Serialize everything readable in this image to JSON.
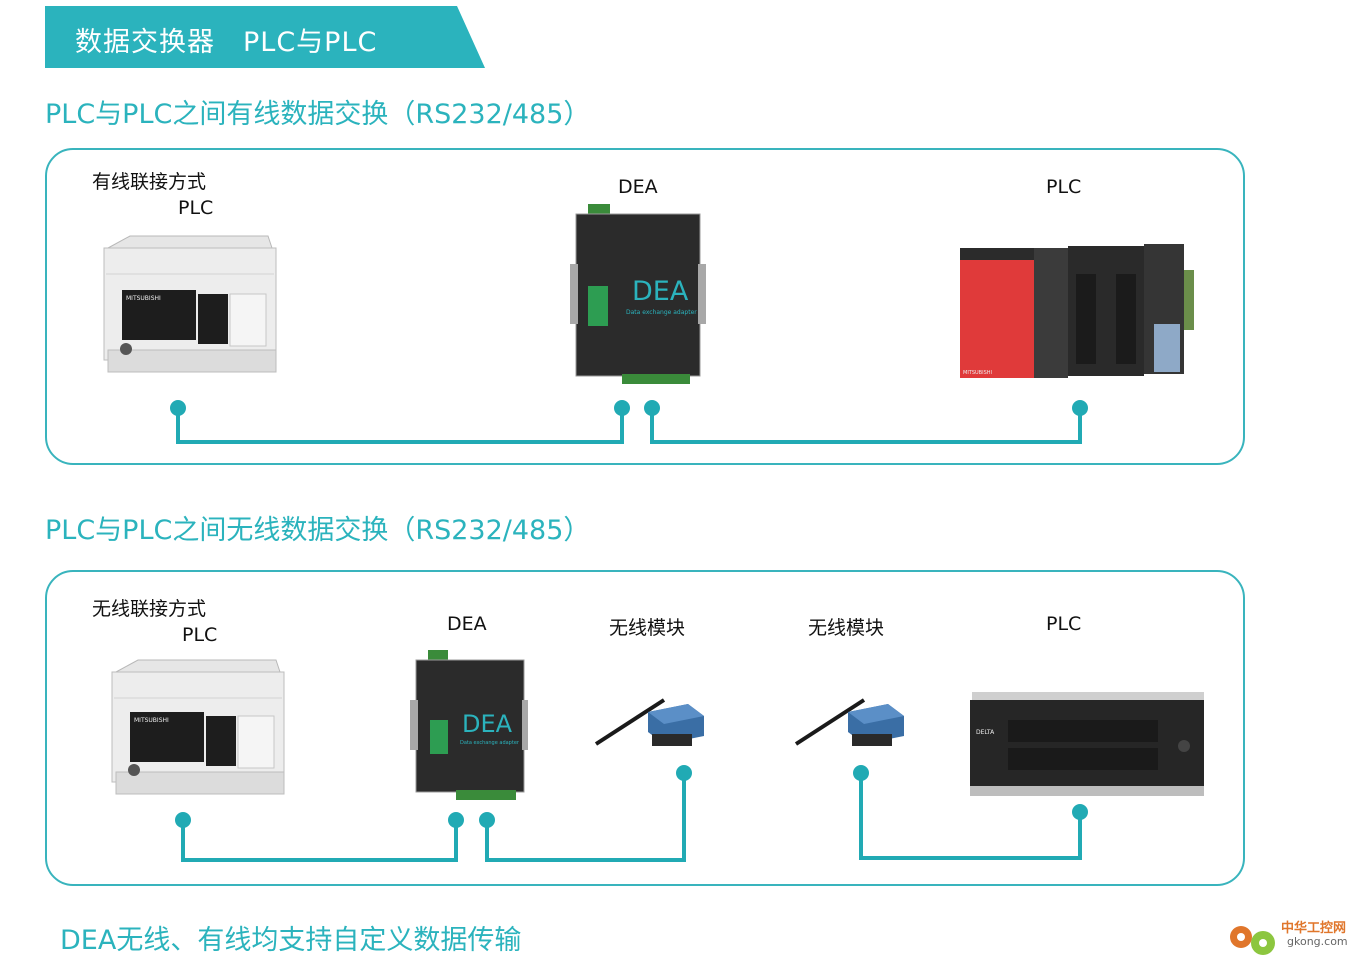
{
  "banner": {
    "title": "数据交换器",
    "subtitle": "PLC与PLC"
  },
  "section_wired": {
    "heading": "PLC与PLC之间有线数据交换（RS232/485）",
    "mode_label": "有线联接方式",
    "left_label": "PLC",
    "center_label": "DEA",
    "right_label": "PLC"
  },
  "section_wireless": {
    "heading": "PLC与PLC之间无线数据交换（RS232/485）",
    "mode_label": "无线联接方式",
    "left_label": "PLC",
    "dea_label": "DEA",
    "module1_label": "无线模块",
    "module2_label": "无线模块",
    "right_label": "PLC"
  },
  "devices": {
    "dea_brand": "DEA",
    "dea_tagline": "Data exchange adapter",
    "fx_brand": "MITSUBISHI",
    "q_brand": "MITSUBISHI",
    "delta_brand": "DELTA"
  },
  "footer": {
    "text": "DEA无线、有线均支持自定义数据传输"
  },
  "logo": {
    "cn": "中华工控网",
    "en": "gkong.com"
  },
  "colors": {
    "accent": "#2bb3bd",
    "line": "#21aab4"
  }
}
